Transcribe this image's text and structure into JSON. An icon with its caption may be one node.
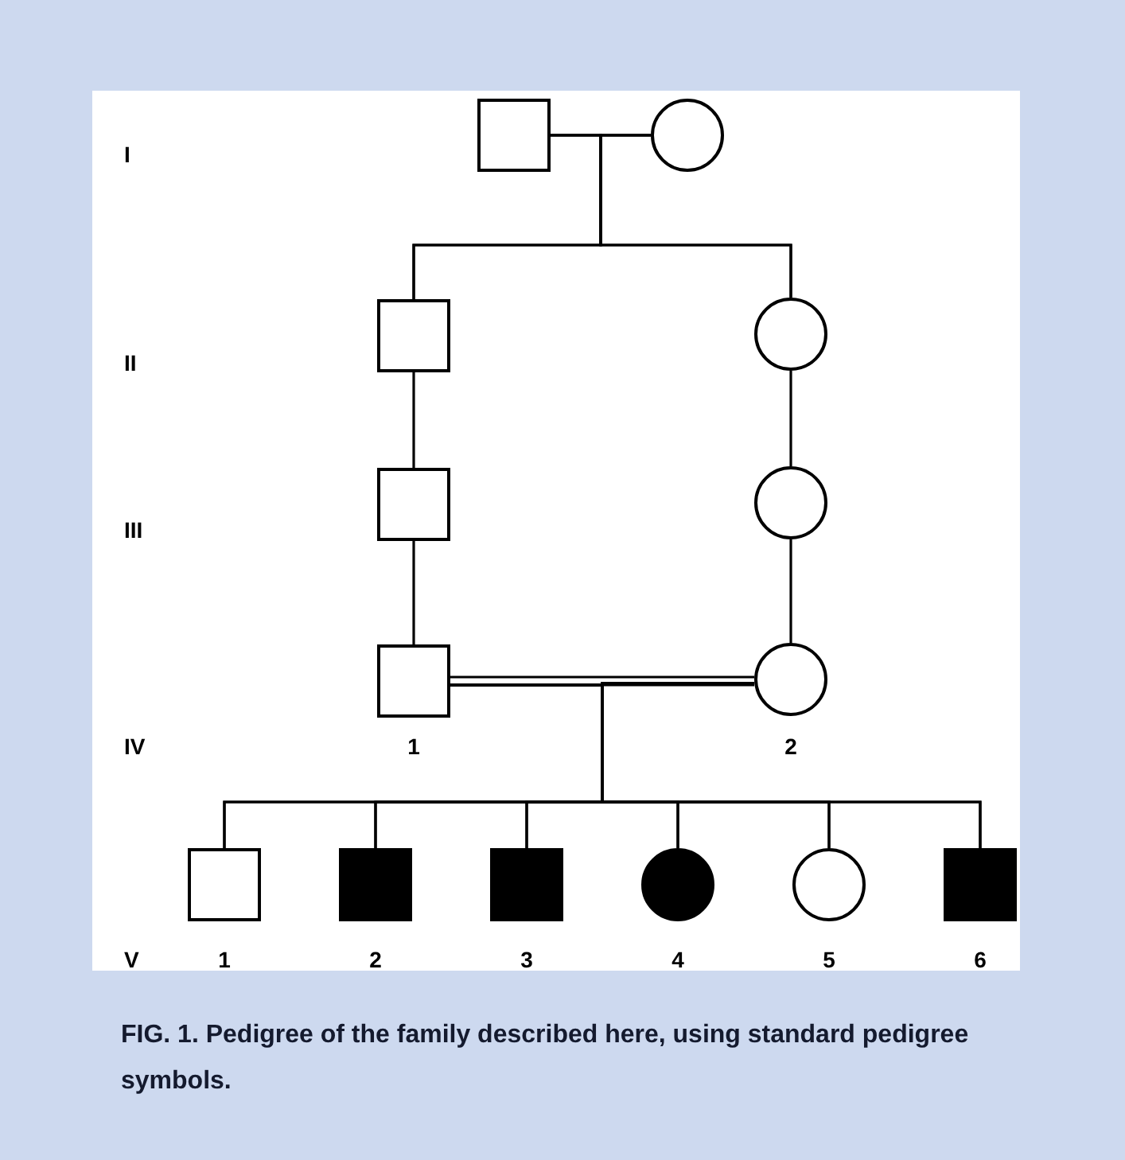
{
  "diagram": {
    "caption": "FIG. 1. Pedigree of the family described here, using standard pedigree symbols.",
    "nodes": [
      {
        "text": [],
        "shape": "box"
      },
      {
        "text": [],
        "shape": "circle"
      },
      {
        "text": [],
        "shape": "box"
      },
      {
        "text": [],
        "shape": "circle"
      },
      {
        "text": [],
        "shape": "box"
      },
      {
        "text": [],
        "shape": "circle"
      },
      {
        "text": [],
        "shape": "box",
        "beside": [
          "1"
        ]
      },
      {
        "text": [],
        "shape": "circle",
        "beside": [
          "2"
        ]
      },
      {
        "text": [],
        "shape": "box",
        "beside": [
          "1"
        ]
      },
      {
        "text": [],
        "shape": "filled-box",
        "beside": [
          "2"
        ]
      },
      {
        "text": [],
        "shape": "filled-box",
        "beside": [
          "3"
        ]
      },
      {
        "text": [],
        "shape": "filled-circle",
        "beside": [
          "4"
        ]
      },
      {
        "text": [],
        "shape": "circle",
        "beside": [
          "5"
        ]
      },
      {
        "text": [],
        "shape": "filled-box",
        "beside": [
          "6"
        ]
      }
    ],
    "edges": [
      {
        "from": 0,
        "to": 1,
        "arrow": "none"
      },
      {
        "from": 0,
        "to": 2,
        "arrow": "none"
      },
      {
        "from": 1,
        "to": 2,
        "arrow": "none"
      },
      {
        "from": 0,
        "to": 3,
        "arrow": "none"
      },
      {
        "from": 1,
        "to": 3,
        "arrow": "none"
      },
      {
        "from": 2,
        "to": 4,
        "arrow": "none"
      },
      {
        "from": 4,
        "to": 6,
        "arrow": "none"
      },
      {
        "from": 3,
        "to": 5,
        "arrow": "none"
      },
      {
        "from": 5,
        "to": 7,
        "arrow": "none"
      },
      {
        "from": 6,
        "to": 7,
        "arrow": "none"
      },
      {
        "from": 6,
        "to": 7,
        "arrow": "none"
      },
      {
        "from": 6,
        "to": 8,
        "arrow": "none"
      },
      {
        "from": 7,
        "to": 8,
        "arrow": "none"
      },
      {
        "from": 6,
        "to": 9,
        "arrow": "none"
      },
      {
        "from": 7,
        "to": 9,
        "arrow": "none"
      },
      {
        "from": 6,
        "to": 10,
        "arrow": "none"
      },
      {
        "from": 7,
        "to": 10,
        "arrow": "none"
      },
      {
        "from": 6,
        "to": 11,
        "arrow": "none"
      },
      {
        "from": 7,
        "to": 11,
        "arrow": "none"
      },
      {
        "from": 6,
        "to": 12,
        "arrow": "none"
      },
      {
        "from": 7,
        "to": 12,
        "arrow": "none"
      },
      {
        "from": 6,
        "to": 13,
        "arrow": "none"
      },
      {
        "from": 7,
        "to": 13,
        "arrow": "none"
      }
    ],
    "labels": [
      "I",
      "II",
      "III",
      "IV",
      "V"
    ]
  }
}
